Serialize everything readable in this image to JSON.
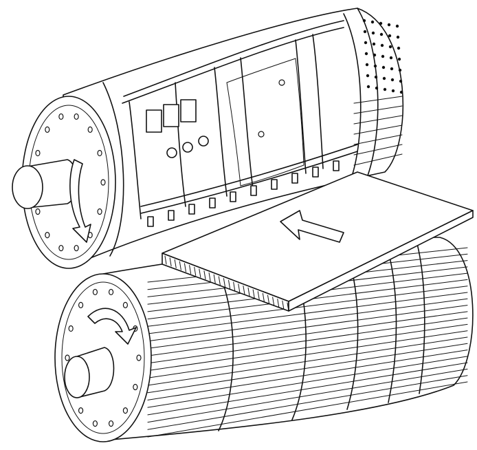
{
  "figure": {
    "colors": {
      "ink": "#111111",
      "paper": "#ffffff"
    },
    "components": [
      {
        "name": "upper-roller",
        "rotation_arrow": "curved-arrow-icon"
      },
      {
        "name": "lower-roller",
        "rotation_arrow": "curved-arrow-icon"
      },
      {
        "name": "corrugated-sheet",
        "feed_arrow": "straight-arrow-icon"
      }
    ]
  }
}
